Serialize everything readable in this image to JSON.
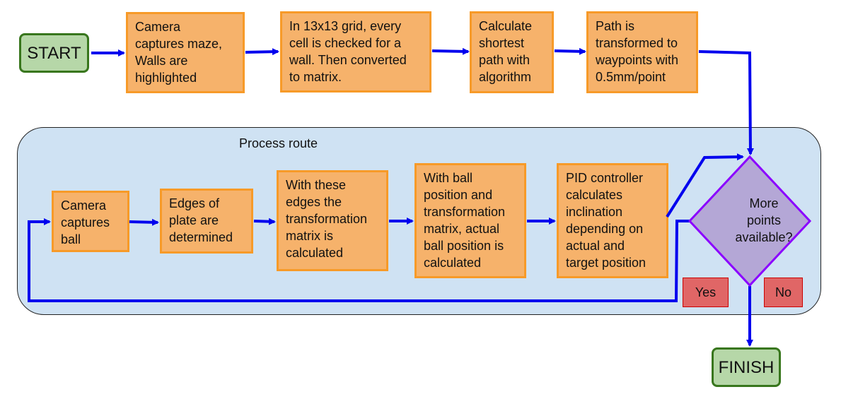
{
  "start": "START",
  "finish": "FINISH",
  "top_steps": [
    "Camera\ncaptures maze,\nWalls are\nhighlighted",
    "In 13x13 grid, every\ncell is checked for a\nwall. Then converted\nto matrix.",
    "Calculate\nshortest\npath with\nalgorithm",
    "Path is\ntransformed to\nwaypoints with\n0.5mm/point"
  ],
  "route": {
    "title": "Process route",
    "steps": [
      "Camera\ncaptures\nball",
      "Edges of\nplate are\ndetermined",
      "With these\nedges the\ntransformation\nmatrix is\ncalculated",
      "With ball\nposition and\ntransformation\nmatrix, actual\nball position is\ncalculated",
      "PID controller\ncalculates\ninclination\ndepending on\nactual and\ntarget position"
    ]
  },
  "decision": {
    "question": "More\npoints\navailable?",
    "yes": "Yes",
    "no": "No"
  },
  "colors": {
    "arrow": "#0000ee",
    "process_fill": "#f6b26b",
    "process_border": "#f79a28",
    "terminal_fill": "#b6d7a8",
    "terminal_border": "#38761d",
    "route_fill": "#cfe2f3",
    "decision_fill": "#b4a7d6",
    "decision_border": "#8b00ff",
    "label_fill": "#e06666"
  }
}
